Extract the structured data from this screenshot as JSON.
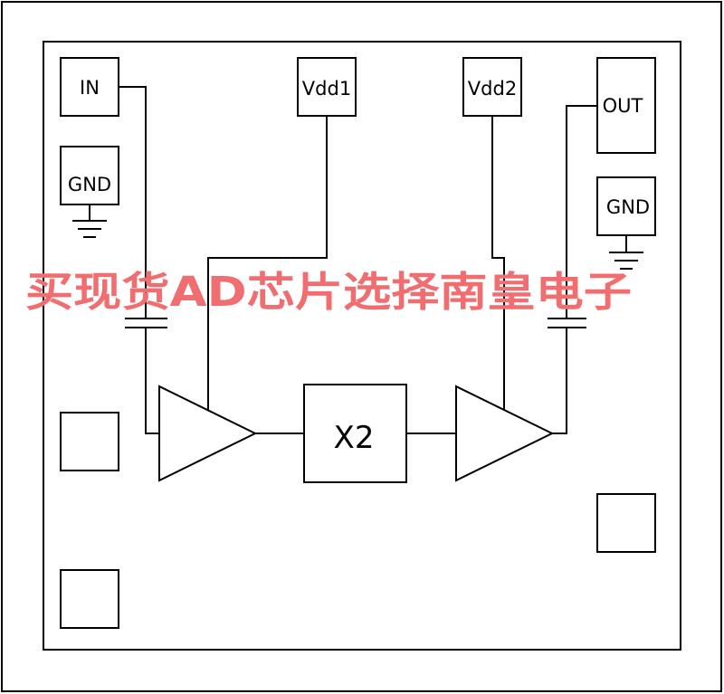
{
  "pins": {
    "in": "IN",
    "gnd_left": "GND",
    "vdd1": "Vdd1",
    "vdd2": "Vdd2",
    "out": "OUT",
    "gnd_right": "GND"
  },
  "blocks": {
    "multiplier": "X2"
  },
  "watermark": "买现货AD芯片选择南皇电子",
  "colors": {
    "line": "#000000",
    "background": "#ffffff",
    "watermark": "#f06d70"
  }
}
